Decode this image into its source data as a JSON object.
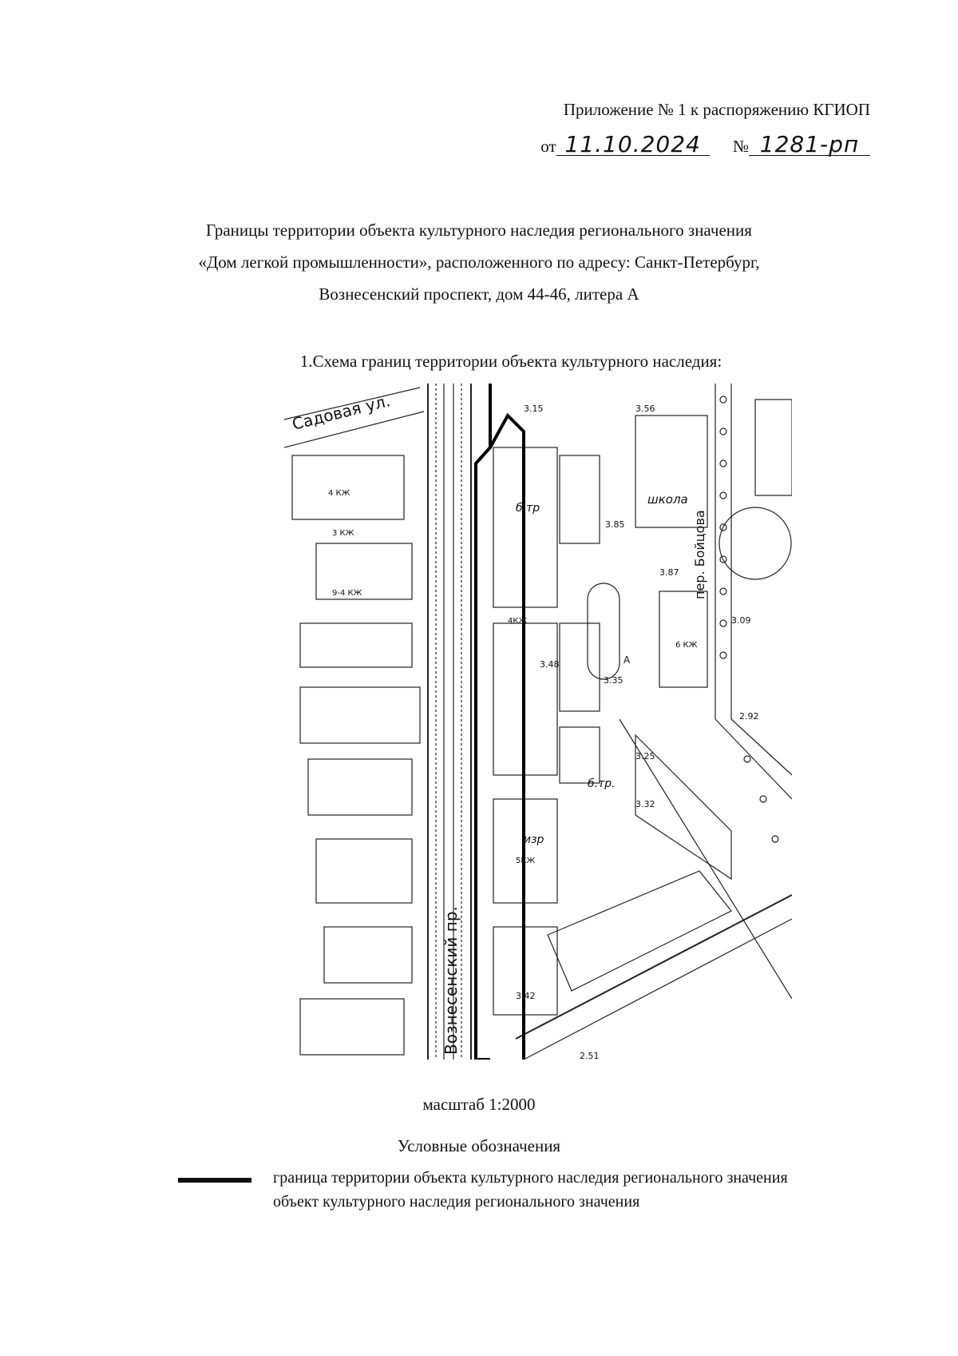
{
  "header": {
    "appendix": "Приложение № 1 к распоряжению КГИОП",
    "date_prefix": "от",
    "date": "11.10.2024",
    "number_prefix": "№",
    "number": "1281-рп"
  },
  "title": {
    "line1": "Границы территории объекта культурного наследия регионального значения",
    "line2": "«Дом легкой промышленности», расположенного по адресу: Санкт-Петербург,",
    "line3": "Вознесенский проспект, дом 44-46, литера А"
  },
  "schema": {
    "heading": "1.Схема границ территории объекта культурного наследия:",
    "streets": {
      "sadovaya": "Садовая ул.",
      "voznesensky": "Вознесенский пр.",
      "boytsova": "пер. Бойцова"
    },
    "labels": {
      "school": "школа",
      "tp1": "б.тр",
      "tp2": "б.тр.",
      "izr": "изр",
      "k4": "4 КЖ",
      "k5": "5КЖ",
      "k6": "6 КЖ",
      "k3": "3 КЖ",
      "k94": "9-4 КЖ",
      "kn": "4КЖ",
      "a": "А",
      "h385": "3.85",
      "h387": "3.87",
      "h309": "3.09",
      "h335": "3.35",
      "h325": "3.25",
      "h348": "3.48",
      "h332": "3.32",
      "h292": "2.92",
      "h251": "2.51",
      "h342": "3.42",
      "h356": "3.56",
      "h315": "3.15"
    }
  },
  "scale": "масштаб 1:2000",
  "legend": {
    "title": "Условные обозначения",
    "items": [
      "граница территории объекта культурного наследия регионального значения",
      "объект культурного наследия регионального значения"
    ]
  }
}
